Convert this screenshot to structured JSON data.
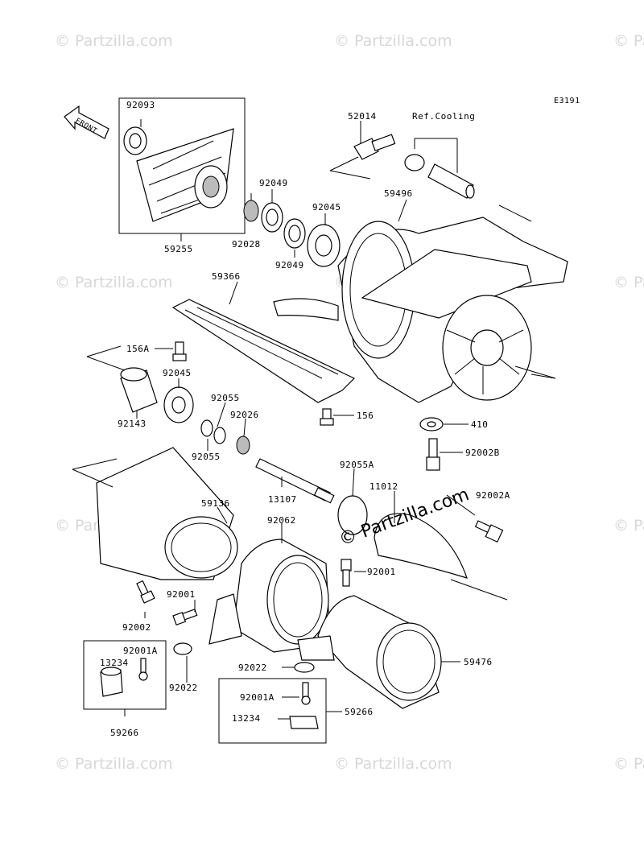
{
  "diagram_code": "E3191",
  "front_label": "FRONT",
  "ref_cooling": "Ref.Cooling",
  "watermark_text": "© Partzilla.com",
  "center_watermark": "© Partzilla.com",
  "labels": {
    "p92093": "92093",
    "p59255": "59255",
    "p52014": "52014",
    "p92049a": "92049",
    "p92049b": "92049",
    "p92045a": "92045",
    "p92028": "92028",
    "p59496": "59496",
    "p59366": "59366",
    "p156A": "156A",
    "p92045b": "92045",
    "p92143": "92143",
    "p92055a": "92055",
    "p92055b": "92055",
    "p92026": "92026",
    "p156": "156",
    "p410": "410",
    "p92002B": "92002B",
    "p92055A": "92055A",
    "p11012": "11012",
    "p92002A": "92002A",
    "p59136": "59136",
    "p13107": "13107",
    "p92062": "92062",
    "p92001a": "92001",
    "p92001b": "92001",
    "p92002": "92002",
    "p92001A_left": "92001A",
    "p13234_left": "13234",
    "p59266_left": "59266",
    "p92022a": "92022",
    "p92022b": "92022",
    "p59476": "59476",
    "p92001A_right": "92001A",
    "p13234_right": "13234",
    "p59266_right": "59266"
  }
}
